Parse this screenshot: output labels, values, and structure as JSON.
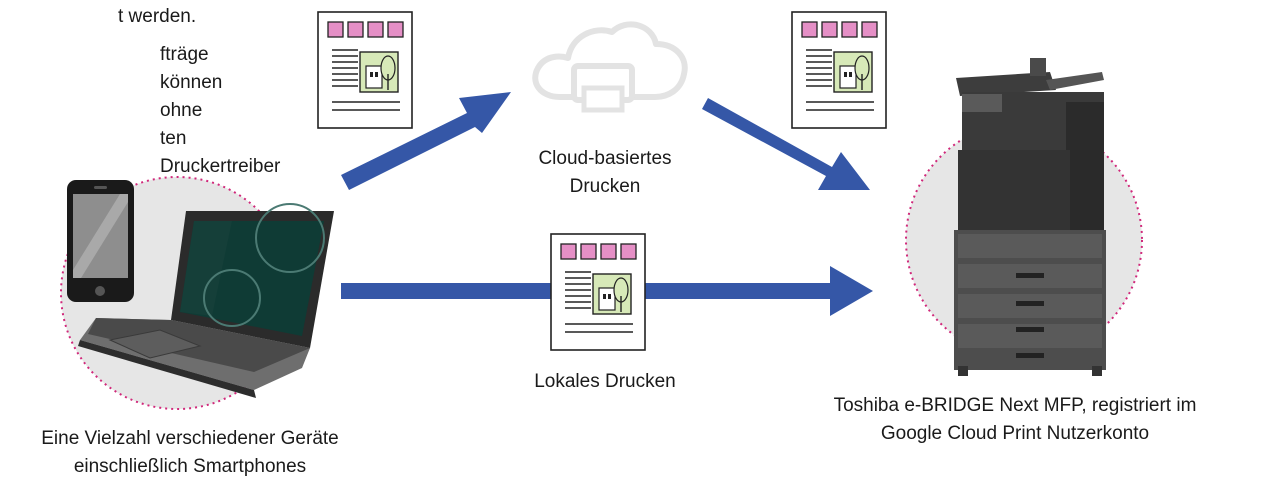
{
  "intro": {
    "line1": "t werden.",
    "para2_line1": "fträge können ohne",
    "para2_line2": "ten Druckertreiber",
    "para2_line3": "t werden."
  },
  "labels": {
    "cloud_line1": "Cloud-basiertes",
    "cloud_line2": "Drucken",
    "local": "Lokales Drucken",
    "devices_line1": "Eine Vielzahl verschiedener Geräte",
    "devices_line2": "einschließlich Smartphones",
    "mfp_line1": "Toshiba e-BRIDGE Next MFP, registriert im",
    "mfp_line2": "Google Cloud Print Nutzerkonto"
  },
  "colors": {
    "arrow": "#3557a7",
    "dotted_circle": "#d0287a",
    "circle_fill": "#e6e6e6",
    "doc_pink": "#e58fc6",
    "doc_green": "#d7e9b8",
    "cloud_gray": "#e3e3e3"
  }
}
